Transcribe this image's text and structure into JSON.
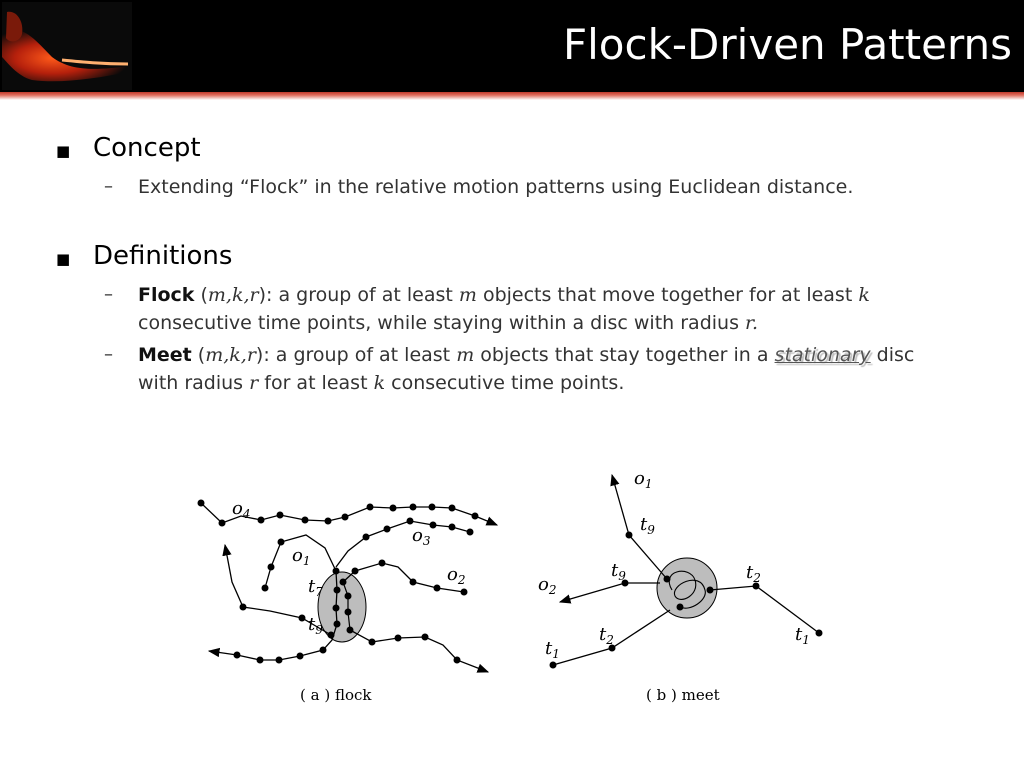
{
  "slide": {
    "title": "Flock-Driven Patterns"
  },
  "sections": [
    {
      "heading": "Concept",
      "items": [
        {
          "text": "Extending “Flock” in the relative motion patterns using Euclidean distance."
        }
      ]
    },
    {
      "heading": "Definitions",
      "items": [
        {
          "term": "Flock",
          "params": "m,k,r",
          "t1": ": a group of at least ",
          "v1": "m",
          "t2": " objects that move together for at least ",
          "v2": "k",
          "line2a": "consecutive time points, while staying within a disc with radius ",
          "v3": "r."
        },
        {
          "term": "Meet",
          "params": "m,k,r",
          "t1": ": a group of at least ",
          "v1": "m",
          "t2": " objects that stay together in a ",
          "highlight": "stationary",
          "t3": " disc",
          "line2a": "with radius ",
          "v2": "r",
          "line2b": " for at least ",
          "v3": "k",
          "line2c": " consecutive time points."
        }
      ]
    }
  ],
  "figure": {
    "panel_a": {
      "caption": "( a ) flock",
      "labels": {
        "o4": "o",
        "o4s": "4",
        "o1": "o",
        "o1s": "1",
        "o3": "o",
        "o3s": "3",
        "o2": "o",
        "o2s": "2",
        "t7": "t",
        "t7s": "7",
        "t9": "t",
        "t9s": "9"
      }
    },
    "panel_b": {
      "caption": "(  b ) meet",
      "labels": {
        "o1": "o",
        "o1s": "1",
        "o2": "o",
        "o2s": "2",
        "t9a": "t",
        "t9as": "9",
        "t9b": "t",
        "t9bs": "9",
        "t2a": "t",
        "t2as": "2",
        "t2b": "t",
        "t2bs": "2",
        "t1a": "t",
        "t1as": "1",
        "t1b": "t",
        "t1bs": "1"
      }
    }
  },
  "colors": {
    "header_bg": "#000000",
    "accent": "#c0392b",
    "text": "#333333",
    "disc_fill": "#bdbdbd"
  }
}
